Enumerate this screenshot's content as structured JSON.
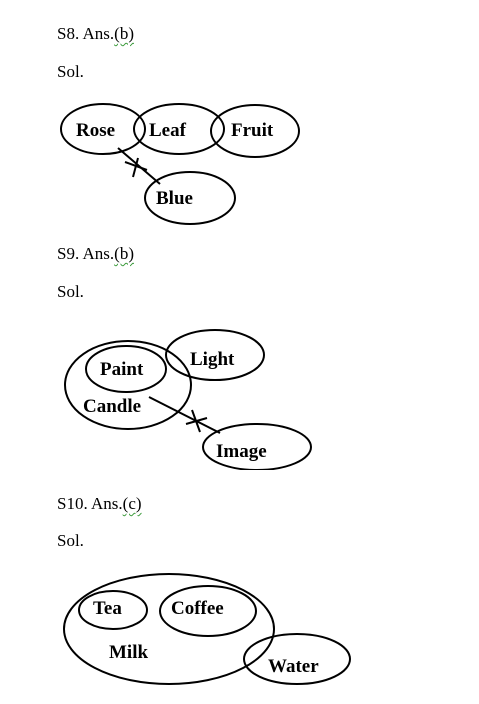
{
  "q8": {
    "answer_label": "S8. Ans.",
    "answer_choice": "(b)",
    "sol": "Sol.",
    "sets": [
      "Rose",
      "Leaf",
      "Fruit",
      "Blue"
    ]
  },
  "q9": {
    "answer_label": "S9. Ans.",
    "answer_choice": "(b)",
    "sol": "Sol.",
    "sets": [
      "Paint",
      "Light",
      "Candle",
      "Image"
    ]
  },
  "q10": {
    "answer_label": "S10. Ans.",
    "answer_choice": "(c)",
    "sol": "Sol.",
    "sets": [
      "Tea",
      "Coffee",
      "Milk",
      "Water"
    ]
  }
}
